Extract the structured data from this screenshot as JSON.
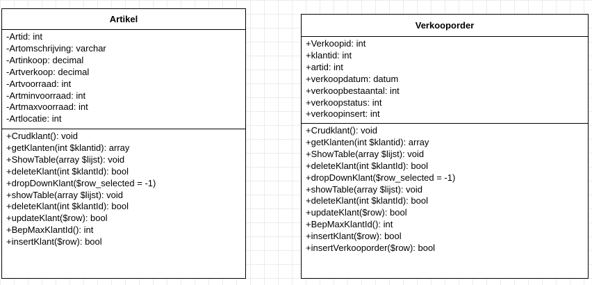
{
  "classes": {
    "artikel": {
      "name": "Artikel",
      "attributes": [
        "-Artid: int",
        "-Artomschrijving: varchar",
        "-Artinkoop: decimal",
        "-Artverkoop: decimal",
        "-Artvoorraad: int",
        "-Artminvoorraad: int",
        "-Artmaxvoorraad: int",
        "-Artlocatie: int"
      ],
      "methods": [
        "+Crudklant(): void",
        "+getKlanten(int $klantid): array",
        "+ShowTable(array $lijst): void",
        "+deleteKlant(int $klantId): bool",
        "+dropDownKlant($row_selected = -1)",
        "+showTable(array $lijst): void",
        "+deleteKlant(int $klantId): bool",
        "+updateKlant($row): bool",
        "+BepMaxKlantId(): int",
        "+insertKlant($row): bool"
      ]
    },
    "verkooporder": {
      "name": "Verkooporder",
      "attributes": [
        "+Verkoopid: int",
        "+klantid: int",
        "+artid: int",
        "+verkoopdatum: datum",
        "+verkoopbestaantal: int",
        "+verkoopstatus: int",
        "+verkoopinsert: int"
      ],
      "methods": [
        "+Crudklant(): void",
        "+getKlanten(int $klantid): array",
        "+ShowTable(array $lijst): void",
        "+deleteKlant(int $klantId): bool",
        "+dropDownKlant($row_selected = -1)",
        "+showTable(array $lijst): void",
        "+deleteKlant(int $klantId): bool",
        "+updateKlant($row): bool",
        "+BepMaxKlantId(): int",
        "+insertKlant($row): bool",
        "+insertVerkooporder($row): bool"
      ]
    }
  }
}
